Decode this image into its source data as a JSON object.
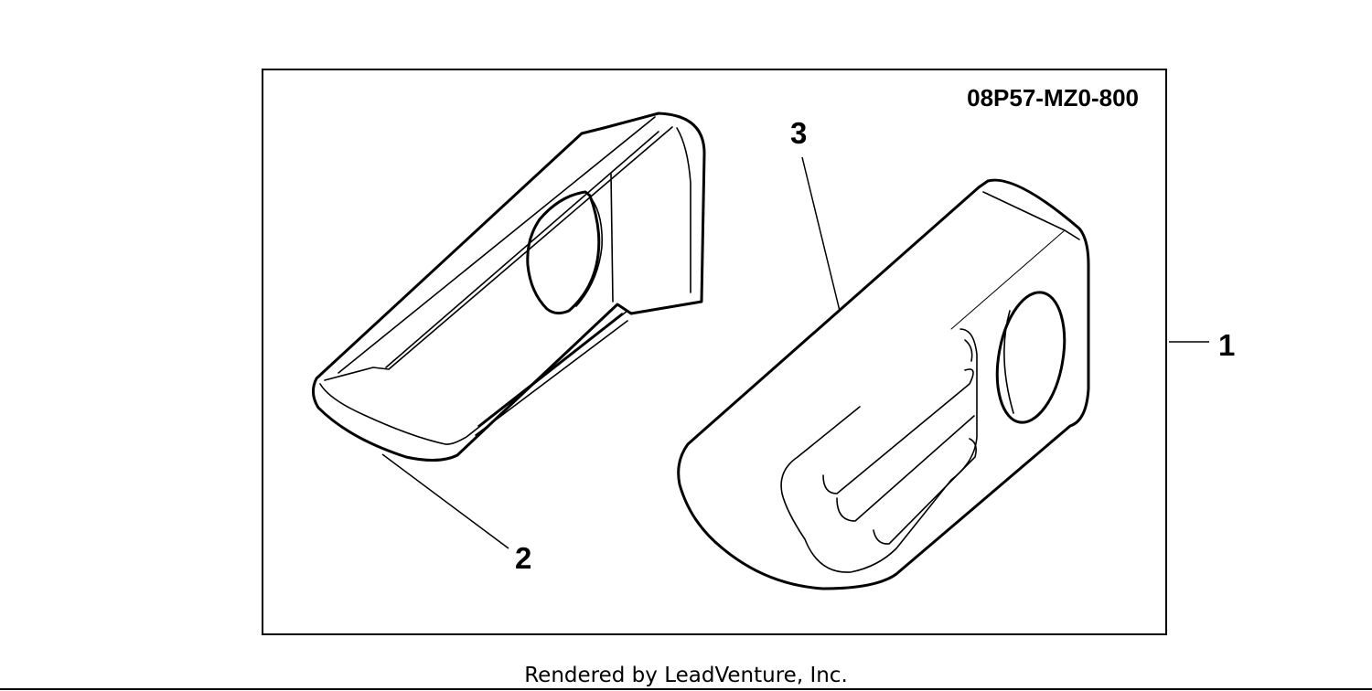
{
  "diagram": {
    "part_number": "08P57-MZ0-800",
    "callouts": {
      "kit": "1",
      "left_part": "2",
      "right_part": "3"
    }
  },
  "footer": {
    "credit": "Rendered by LeadVenture, Inc."
  }
}
